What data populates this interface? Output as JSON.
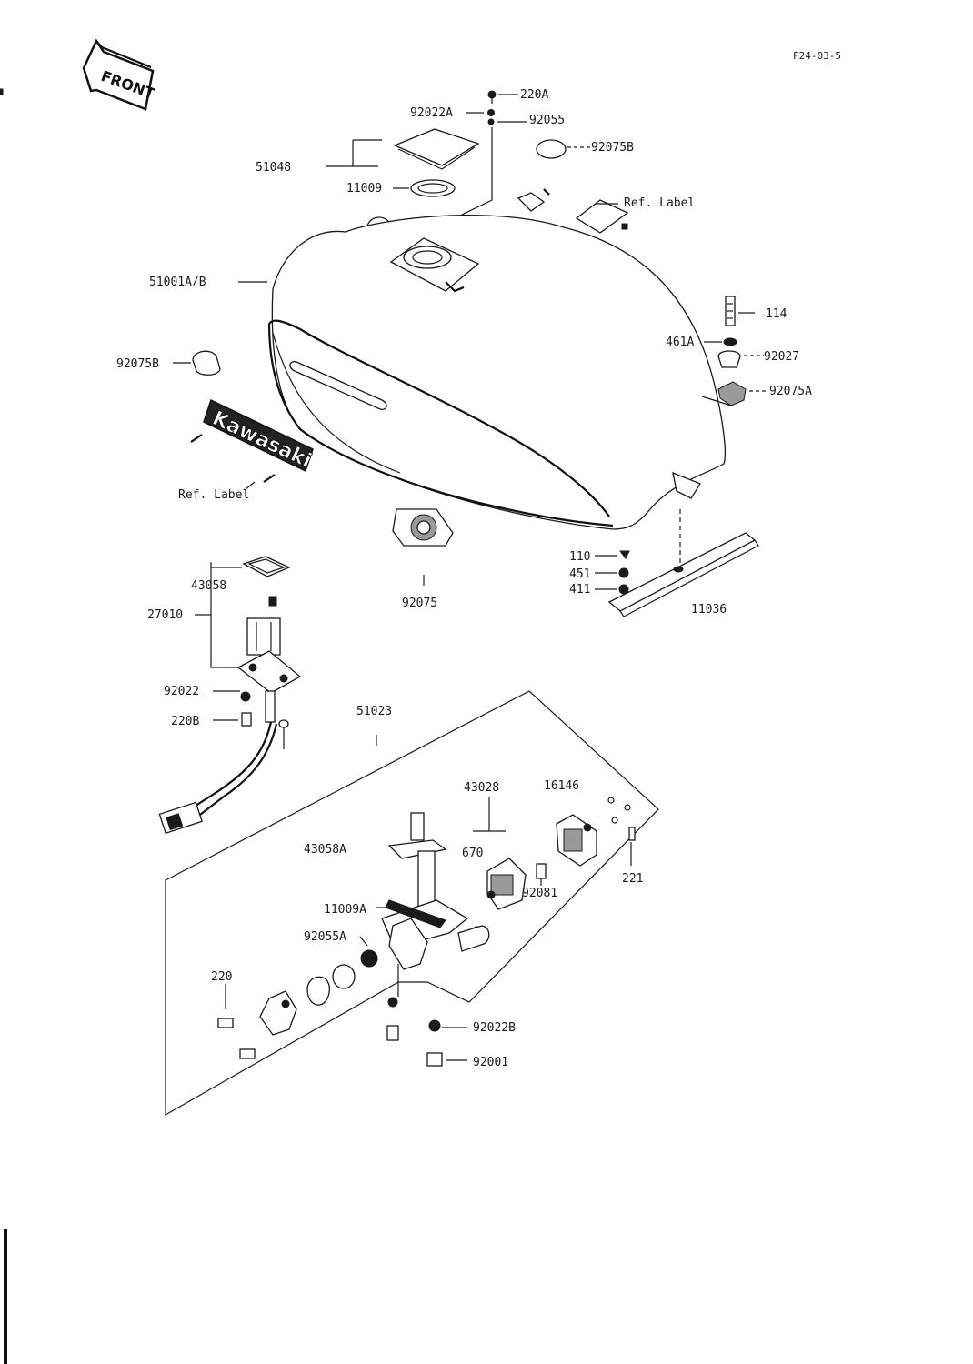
{
  "header": {
    "page_ref": "F24-03-5"
  },
  "front_arrow": {
    "label": "FRONT"
  },
  "emblem": {
    "brand_text": "Kawasaki"
  },
  "callouts": {
    "c220A": "220A",
    "c92022A": "92022A",
    "c92055": "92055",
    "c92075B_top": "92075B",
    "c51048": "51048",
    "c11009": "11009",
    "ref_label_top": "Ref. Label",
    "c51001": "51001A/B",
    "c114": "114",
    "c461A": "461A",
    "c92027": "92027",
    "c92075A": "92075A",
    "c92075B_left": "92075B",
    "ref_label_bottom": "Ref. Label",
    "c43058": "43058",
    "c27010": "27010",
    "c92075": "92075",
    "c110": "110",
    "c451": "451",
    "c411": "411",
    "c11036": "11036",
    "c92022": "92022",
    "c220B": "220B",
    "c51023": "51023",
    "c43028": "43028",
    "c16146": "16146",
    "c670": "670",
    "c43058A": "43058A",
    "c221": "221",
    "c11009A": "11009A",
    "c92055A": "92055A",
    "c92081": "92081",
    "c220": "220",
    "c92022B": "92022B",
    "c92001": "92001"
  }
}
